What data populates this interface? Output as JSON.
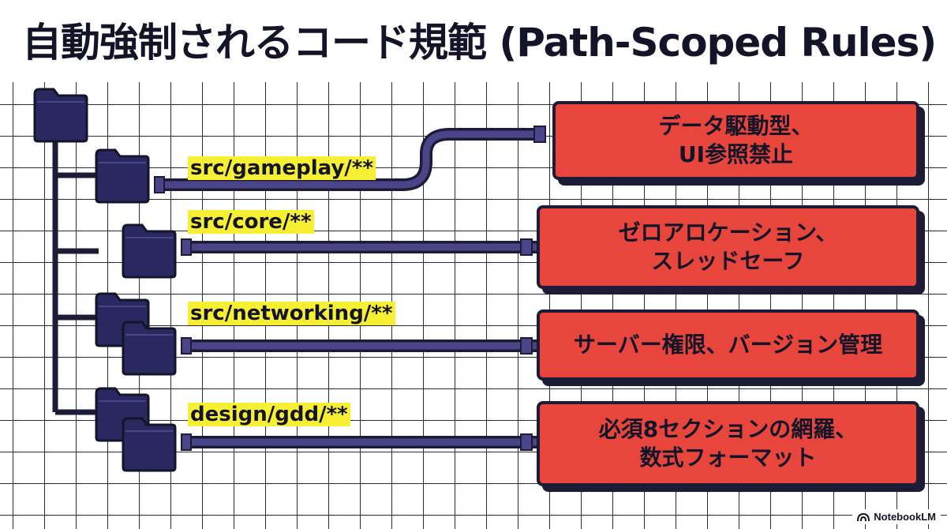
{
  "title": "自動強制されるコード規範 (Path-Scoped Rules)",
  "rules": [
    {
      "path": "src/gameplay/**",
      "rule": "データ駆動型、\nUI参照禁止"
    },
    {
      "path": "src/core/**",
      "rule": "ゼロアロケーション、\nスレッドセーフ"
    },
    {
      "path": "src/networking/**",
      "rule": "サーバー権限、バージョン管理"
    },
    {
      "path": "design/gdd/**",
      "rule": "必須8セクションの網羅、\n数式フォーマット"
    }
  ],
  "icons": {
    "folder": "folder-icon",
    "brand": "notebooklm-icon"
  },
  "colors": {
    "card": "#e8463c",
    "highlight": "#f7f032",
    "navy": "#1c1c36",
    "pipe": "#4a4488"
  },
  "brand": "NotebookLM"
}
